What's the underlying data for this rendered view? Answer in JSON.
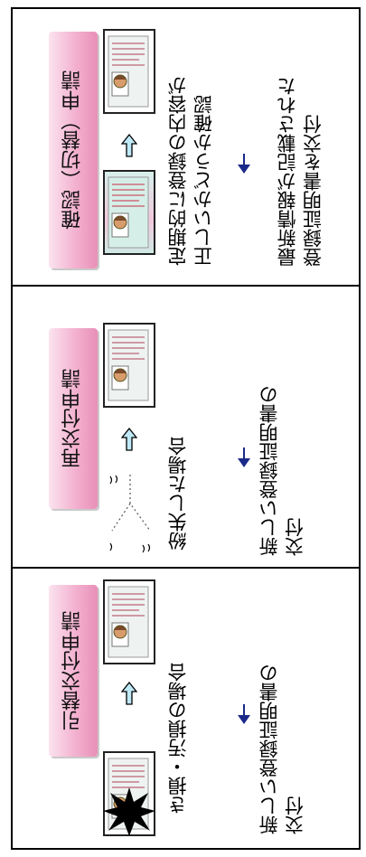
{
  "sections": [
    {
      "tab_label": "確認（切替）申請",
      "situation": "定期的に登録の内容が\n正しいかどうか確認",
      "result": "最新情報が記載された\n登録証明書を交付"
    },
    {
      "tab_label": "再交付申請",
      "situation": "紛失した場合",
      "result": "新しい登録証明書の\n交付"
    },
    {
      "tab_label": "引替交付申請",
      "situation": "き損・汚損の場合",
      "result": "新しい登録証明書の\n交付"
    }
  ],
  "colors": {
    "tab_pink": "#f3b1cf",
    "arrow_blue": "#1b2a8a",
    "arrow_cyan": "#bfe9f7"
  },
  "icons": [
    "id-card-icon",
    "up-arrow-icon",
    "right-arrow-icon",
    "damage-burst-icon",
    "lost-card-icon"
  ]
}
